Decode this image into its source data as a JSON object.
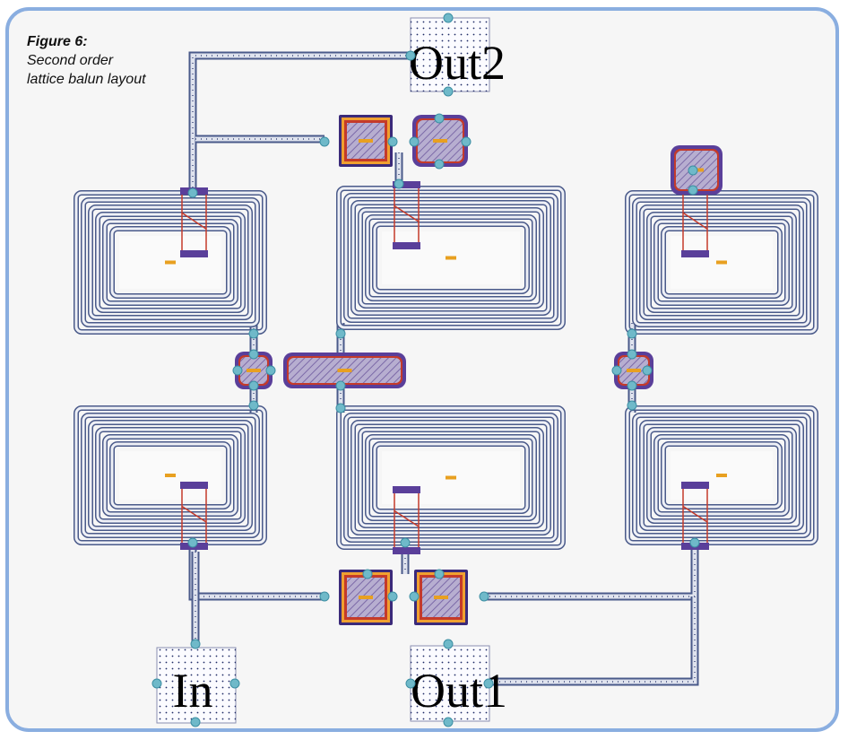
{
  "figure": {
    "title": "Figure 6:",
    "caption": "Second order lattice balun layout"
  },
  "pads": {
    "out2": "Out2",
    "in": "In",
    "out1": "Out1"
  },
  "colors": {
    "frame_border": "#8aaee0",
    "trace": "#4a5a8a",
    "dot": "#1e2a66",
    "via": "#6fb9c9",
    "cap_fill": "#b0a9c9",
    "cap_border": "#c43a2a",
    "cap_frame": "#f0a030",
    "background": "#f6f6f6"
  }
}
